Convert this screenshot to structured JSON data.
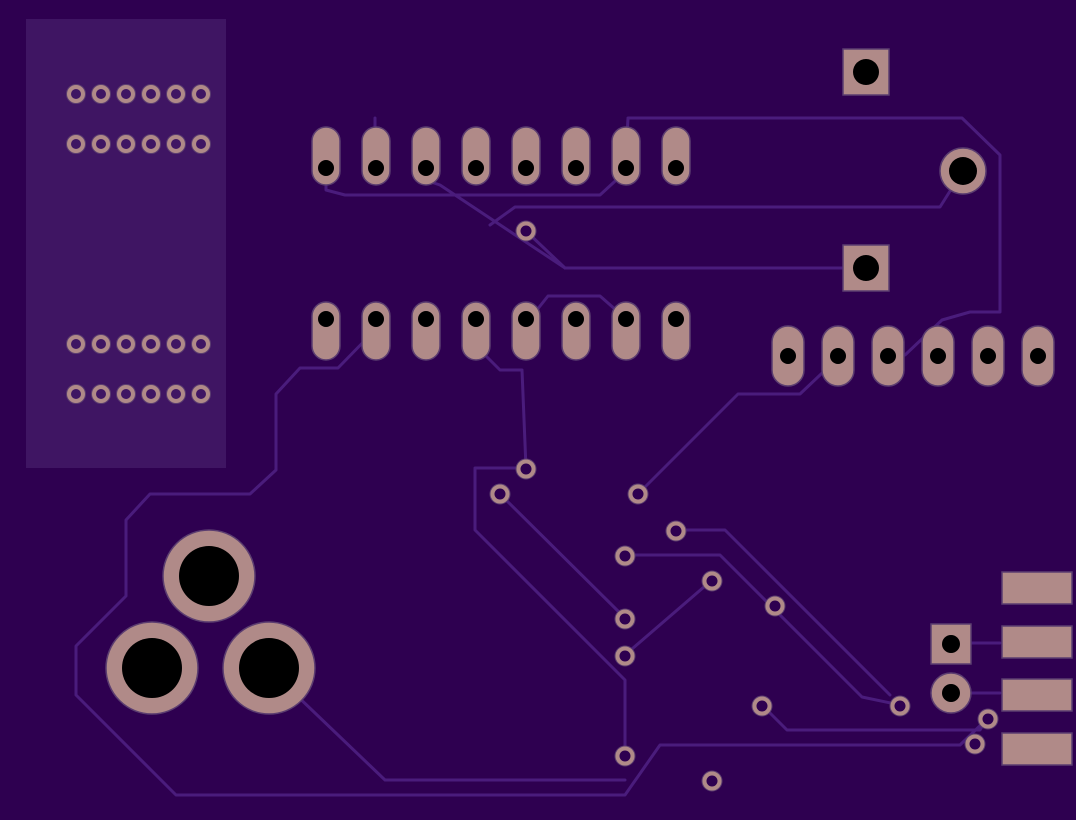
{
  "board": {
    "colors": {
      "substrate": "#2e0050",
      "trace": "#4a1c7c",
      "silkscreen_zone": "#3f1563",
      "pad": "#b08a88",
      "pad_edge": "#5b3d70",
      "drill": "#000000"
    },
    "components": [
      "ribbon-header-block",
      "dip-chip-row-top",
      "dip-chip-row-bottom",
      "sip-header-row",
      "square-pad-top",
      "square-pad-middle",
      "round-pad-top-right",
      "barrel-jack-pads",
      "edge-connector-pads",
      "small-pad-pair",
      "vias"
    ]
  }
}
